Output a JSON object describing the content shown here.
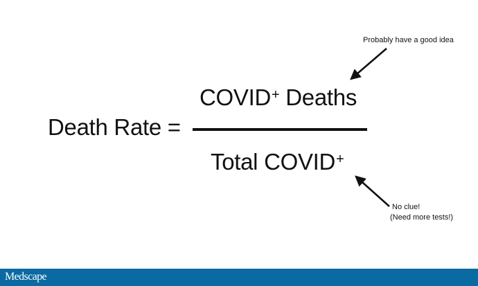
{
  "equation": {
    "lhs": "Death Rate =",
    "numerator": {
      "text": "COVID",
      "superscript": "+",
      "suffix": " Deaths"
    },
    "denominator": {
      "text": "Total COVID",
      "superscript": "+"
    }
  },
  "annotations": {
    "top": {
      "text": "Probably have a good idea",
      "arrow": "arrow-down-left-icon"
    },
    "bottom": {
      "line1": "No clue!",
      "line2": "(Need more tests!)",
      "arrow": "arrow-up-left-icon"
    }
  },
  "footer": {
    "logo": "Medscape",
    "color": "#0a6aa1"
  }
}
